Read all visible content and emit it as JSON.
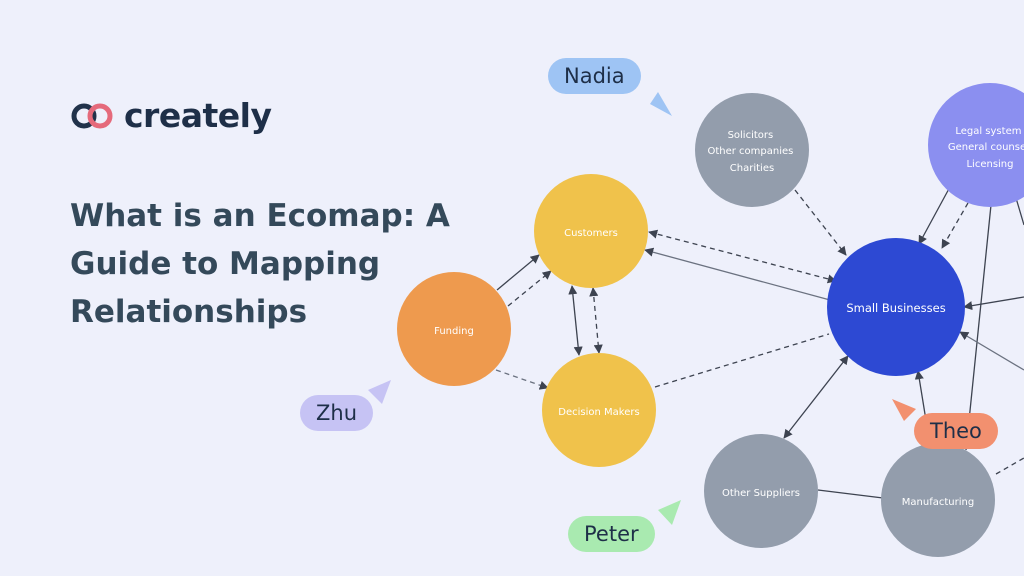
{
  "brand": {
    "name": "creately",
    "colors": {
      "ring_left": "#21324a",
      "ring_right": "#e56a7b"
    }
  },
  "headline": {
    "lines": [
      "What is an Ecomap: A",
      "Guide to Mapping",
      "Relationships"
    ]
  },
  "diagram": {
    "nodes": {
      "legal": {
        "lines": [
          "Legal system",
          "General counsel",
          "Licensing"
        ],
        "color": "#8b8ff0"
      },
      "solicitors": {
        "lines": [
          "Solicitors",
          "Other companies",
          "Charities"
        ],
        "color": "#939dac"
      },
      "customers": {
        "lines": [
          "Customers"
        ],
        "color": "#f0c24b"
      },
      "funding": {
        "lines": [
          "Funding"
        ],
        "color": "#ee9a4e"
      },
      "decision": {
        "lines": [
          "Decision Makers"
        ],
        "color": "#f0c24b"
      },
      "small": {
        "lines": [
          "Small Businesses"
        ],
        "color": "#2d49d3"
      },
      "suppliers": {
        "lines": [
          "Other Suppliers"
        ],
        "color": "#939dac"
      },
      "manufacturing": {
        "lines": [
          "Manufacturing"
        ],
        "color": "#939dac"
      }
    }
  },
  "collaborators": {
    "nadia": {
      "name": "Nadia",
      "color": "#9ec4f4"
    },
    "zhu": {
      "name": "Zhu",
      "color": "#c6c3f4"
    },
    "theo": {
      "name": "Theo",
      "color": "#f2906f"
    },
    "peter": {
      "name": "Peter",
      "color": "#a9eab0"
    }
  }
}
